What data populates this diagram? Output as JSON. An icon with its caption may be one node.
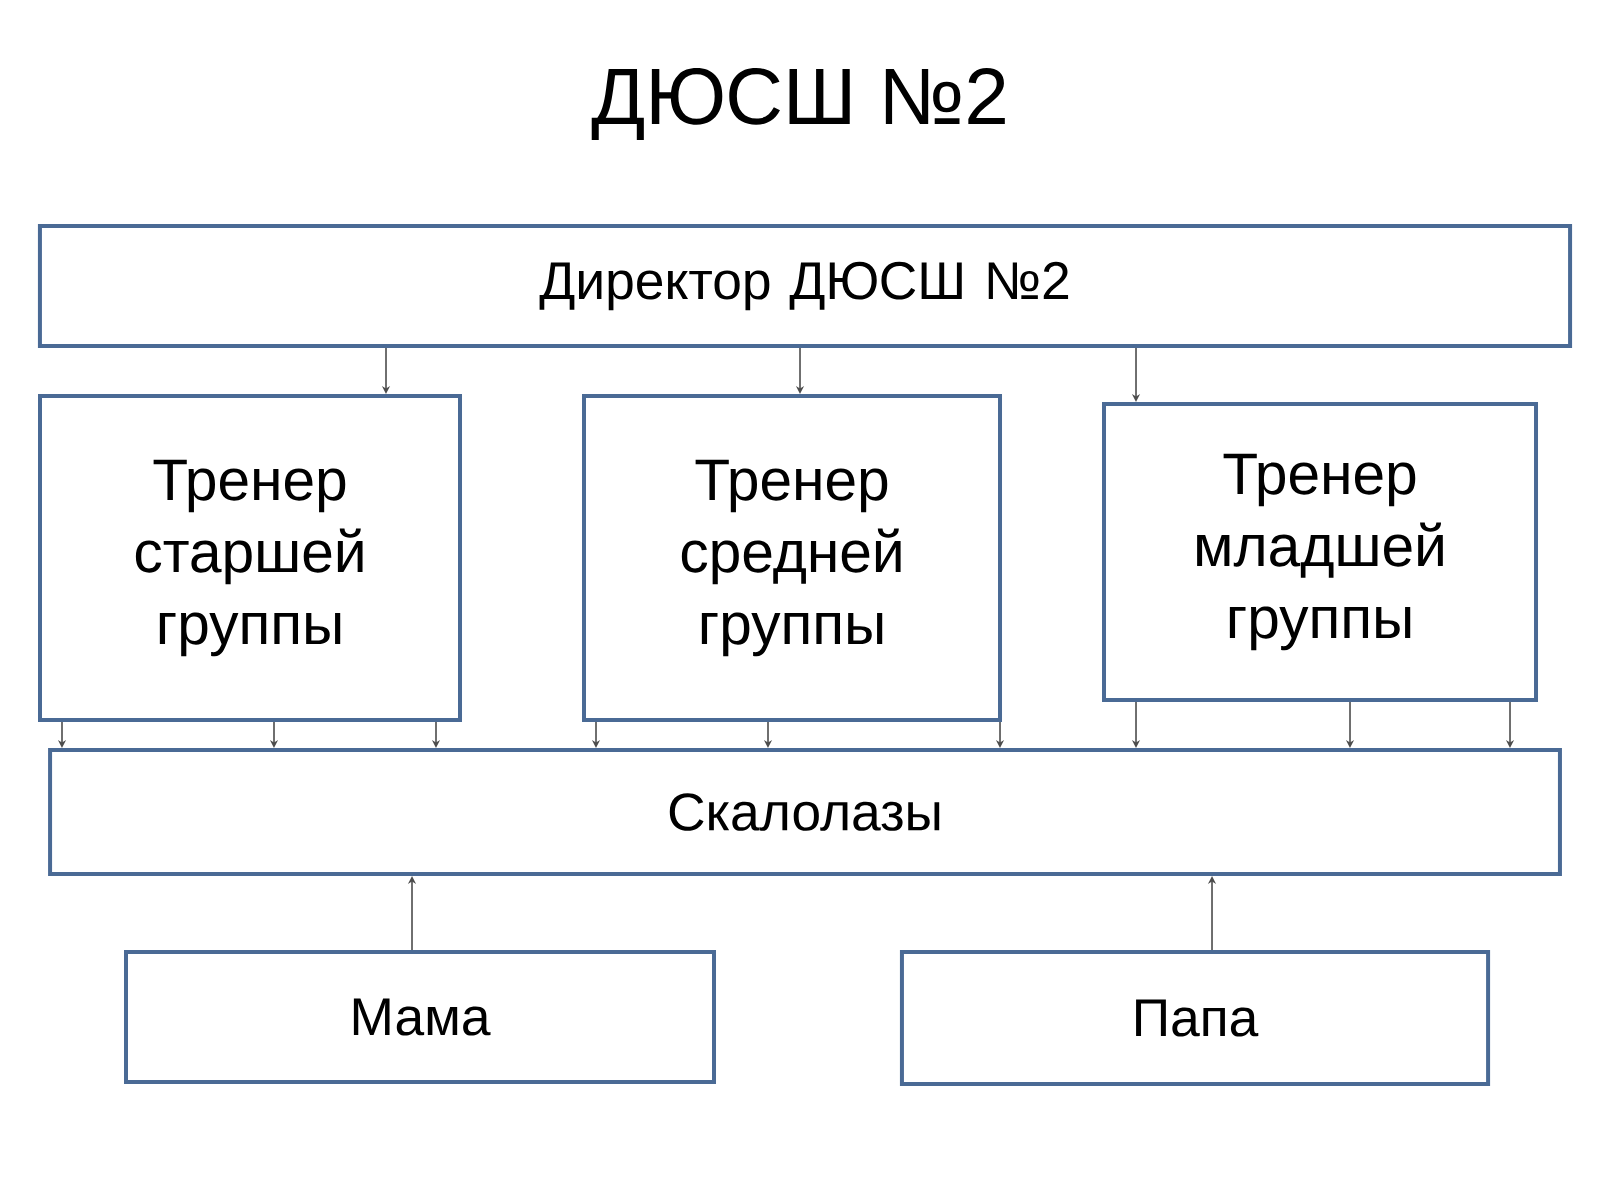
{
  "diagram": {
    "title": "ДЮСШ №2",
    "nodes": [
      {
        "text": [
          "Директор ДЮСШ №2"
        ]
      },
      {
        "text": [
          "Тренер старшей группы"
        ]
      },
      {
        "text": [
          "Тренер средней группы"
        ]
      },
      {
        "text": [
          "Тренер младшей группы"
        ]
      },
      {
        "text": [
          "Скалолазы"
        ]
      },
      {
        "text": [
          "Мама"
        ]
      },
      {
        "text": [
          "Папа"
        ]
      }
    ],
    "edges": [
      {
        "from": 0,
        "to": 1,
        "arrow": "to"
      },
      {
        "from": 0,
        "to": 2,
        "arrow": "to"
      },
      {
        "from": 0,
        "to": 3,
        "arrow": "to"
      },
      {
        "from": 1,
        "to": 4,
        "arrow": "to"
      },
      {
        "from": 1,
        "to": 4,
        "arrow": "to"
      },
      {
        "from": 1,
        "to": 4,
        "arrow": "to"
      },
      {
        "from": 2,
        "to": 4,
        "arrow": "to"
      },
      {
        "from": 2,
        "to": 4,
        "arrow": "to"
      },
      {
        "from": 2,
        "to": 4,
        "arrow": "to"
      },
      {
        "from": 3,
        "to": 4,
        "arrow": "to"
      },
      {
        "from": 3,
        "to": 4,
        "arrow": "to"
      },
      {
        "from": 3,
        "to": 4,
        "arrow": "to"
      },
      {
        "from": 5,
        "to": 4,
        "arrow": "to"
      },
      {
        "from": 6,
        "to": 4,
        "arrow": "to"
      }
    ]
  }
}
